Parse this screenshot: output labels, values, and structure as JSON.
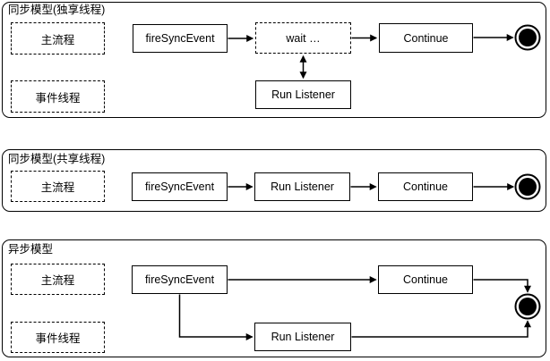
{
  "colors": {
    "stroke": "#000000",
    "background": "#ffffff",
    "node_fill": "#ffffff"
  },
  "panels": [
    {
      "title": "同步模型(独享线程)",
      "lane_main": "主流程",
      "lane_event": "事件线程",
      "node_fire": "fireSyncEvent",
      "node_wait": "wait …",
      "node_continue": "Continue",
      "node_listener": "Run Listener"
    },
    {
      "title": "同步模型(共享线程)",
      "lane_main": "主流程",
      "node_fire": "fireSyncEvent",
      "node_listener": "Run Listener",
      "node_continue": "Continue"
    },
    {
      "title": "异步模型",
      "lane_main": "主流程",
      "lane_event": "事件线程",
      "node_fire": "fireSyncEvent",
      "node_continue": "Continue",
      "node_listener": "Run Listener"
    }
  ]
}
